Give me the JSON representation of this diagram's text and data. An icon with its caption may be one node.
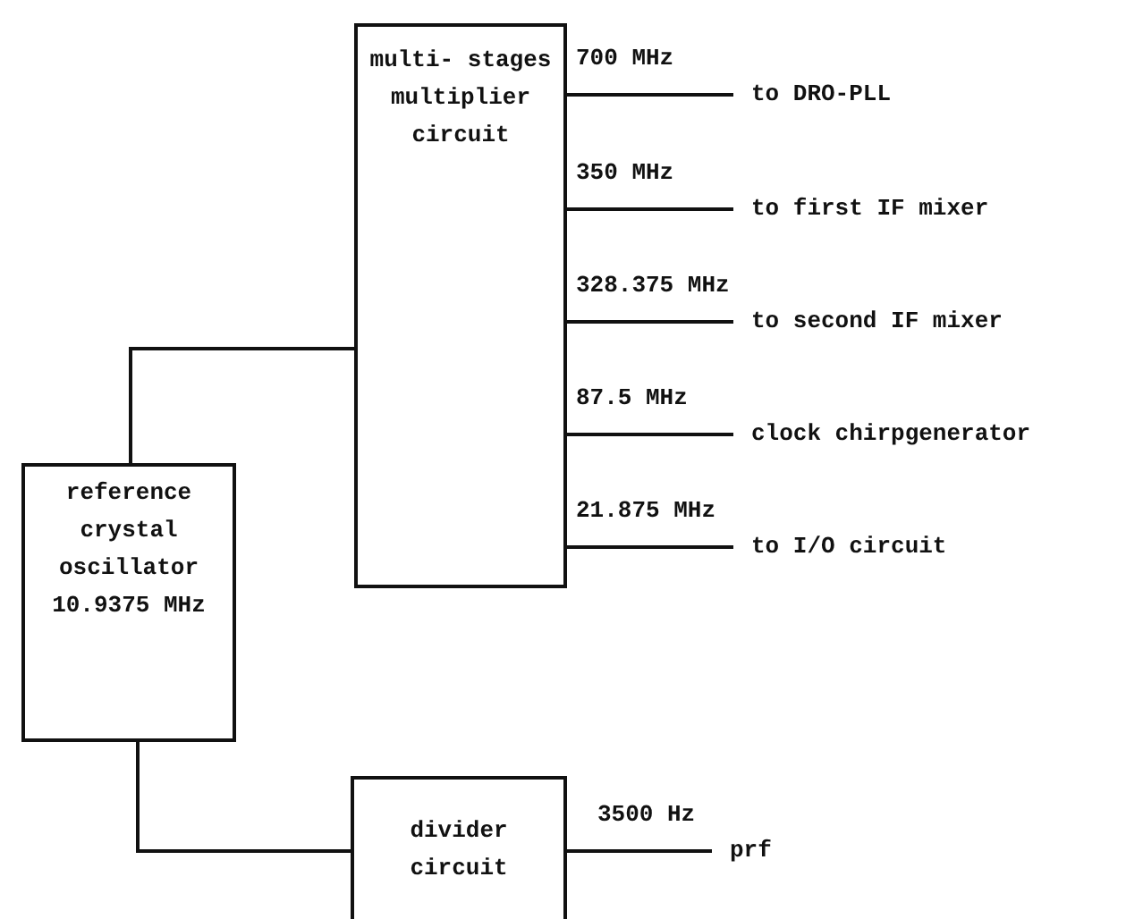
{
  "diagram": {
    "nodes": [
      {
        "text": [
          "multi- stages multiplier circuit"
        ]
      },
      {
        "text": [
          "reference crystal oscillator 10.9375 MHz"
        ]
      },
      {
        "text": [
          "divider circuit"
        ]
      },
      {
        "text": [
          "to DRO-PLL"
        ]
      },
      {
        "text": [
          "to first IF mixer"
        ]
      },
      {
        "text": [
          "to second IF mixer"
        ]
      },
      {
        "text": [
          "clock chirpgenerator"
        ]
      },
      {
        "text": [
          "to I/O circuit"
        ]
      },
      {
        "text": [
          "prf"
        ]
      }
    ],
    "edges": [
      {
        "from": 1,
        "to": 0,
        "arrow": "none"
      },
      {
        "from": 1,
        "to": 2,
        "arrow": "none"
      },
      {
        "from": 0,
        "to": 3,
        "arrow": "none",
        "label": "700 MHz"
      },
      {
        "from": 0,
        "to": 4,
        "arrow": "none",
        "label": "350 MHz"
      },
      {
        "from": 0,
        "to": 5,
        "arrow": "none",
        "label": "328.375 MHz"
      },
      {
        "from": 0,
        "to": 6,
        "arrow": "none",
        "label": "87.5 MHz"
      },
      {
        "from": 0,
        "to": 7,
        "arrow": "none",
        "label": "21.875 MHz"
      },
      {
        "from": 2,
        "to": 8,
        "arrow": "none",
        "label": "3500 Hz"
      }
    ]
  }
}
